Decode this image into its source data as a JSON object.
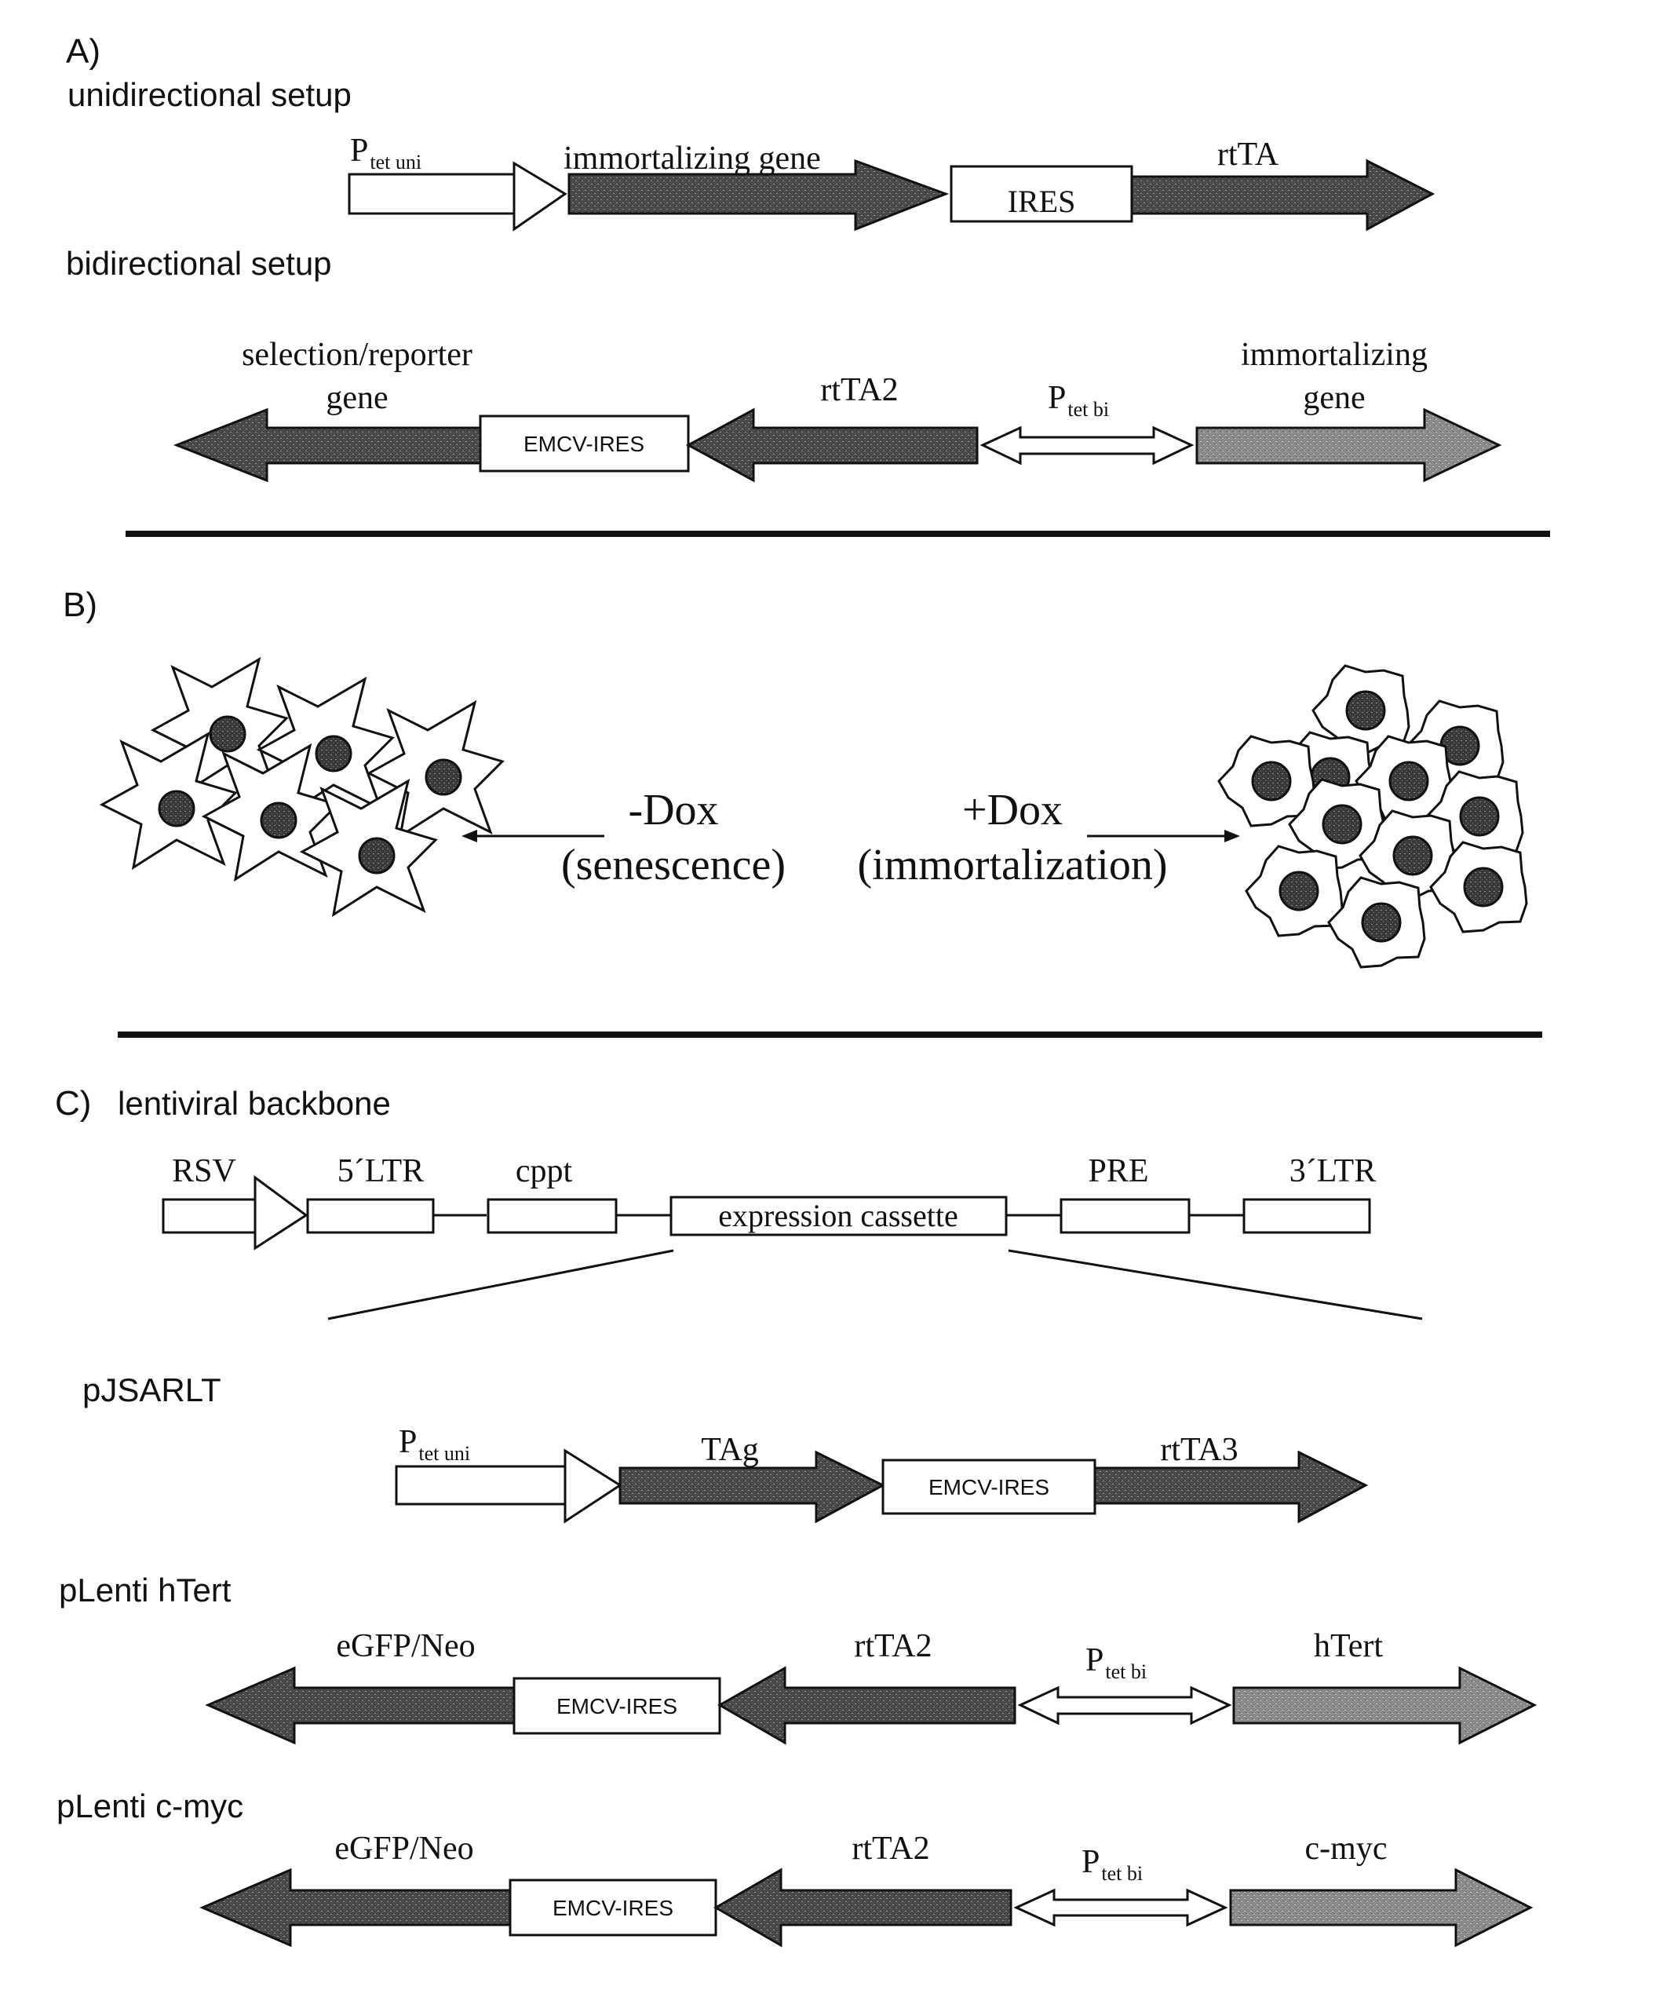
{
  "panel_a": {
    "label": "A)",
    "uni": {
      "title": "unidirectional setup",
      "promoter": "P",
      "promoter_sub": "tet uni",
      "gene": "immortalizing gene",
      "ires": "IRES",
      "transactivator": "rtTA"
    },
    "bi": {
      "title": "bidirectional setup",
      "left_gene_line1": "selection/reporter",
      "left_gene_line2": "gene",
      "ires": "EMCV-IRES",
      "transactivator": "rtTA2",
      "promoter": "P",
      "promoter_sub": "tet bi",
      "right_gene_line1": "immortalizing",
      "right_gene_line2": "gene"
    }
  },
  "panel_b": {
    "label": "B)",
    "minus_dox": "-Dox",
    "minus_dox_effect": "(senescence)",
    "plus_dox": "+Dox",
    "plus_dox_effect": "(immortalization)"
  },
  "panel_c": {
    "label": "C)",
    "title": "lentiviral backbone",
    "backbone": {
      "rsv": "RSV",
      "ltr5": "5´LTR",
      "cppt": "cppt",
      "cassette": "expression cassette",
      "pre": "PRE",
      "ltr3": "3´LTR"
    },
    "construct1": {
      "name": "pJSARLT",
      "promoter": "P",
      "promoter_sub": "tet uni",
      "gene": "TAg",
      "ires": "EMCV-IRES",
      "transactivator": "rtTA3"
    },
    "construct2": {
      "name": "pLenti hTert",
      "left_gene": "eGFP/Neo",
      "ires": "EMCV-IRES",
      "transactivator": "rtTA2",
      "promoter": "P",
      "promoter_sub": "tet bi",
      "right_gene": "hTert"
    },
    "construct3": {
      "name": "pLenti c-myc",
      "left_gene": "eGFP/Neo",
      "ires": "EMCV-IRES",
      "transactivator": "rtTA2",
      "promoter": "P",
      "promoter_sub": "tet bi",
      "right_gene": "c-myc"
    }
  },
  "colors": {
    "stipple_dark": "#555555",
    "stipple_light": "#8c8c8c",
    "ink": "#111111"
  }
}
